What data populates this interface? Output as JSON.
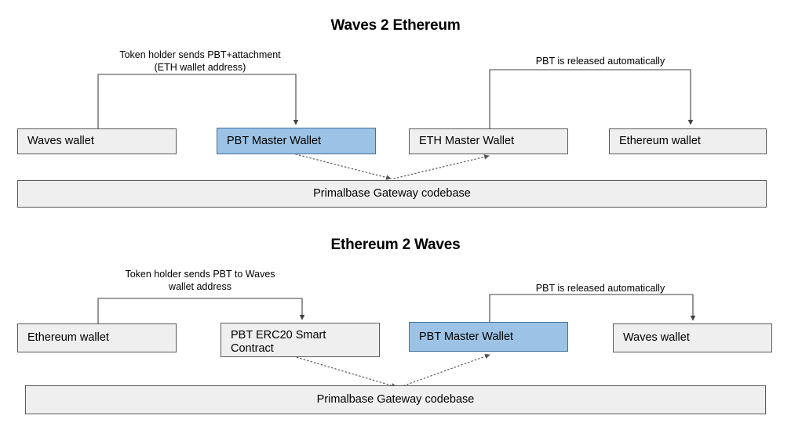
{
  "diagram": {
    "background": "#ffffff",
    "node_fill": "#efefef",
    "node_fill_highlight": "#9cc3e5",
    "node_border": "#5a5a5a",
    "node_border_highlight": "#41719c",
    "wire_color": "#404040"
  },
  "sections": [
    {
      "id": "waves-2-ethereum",
      "title": "Waves 2 Ethereum",
      "labels": [
        {
          "id": "label-left-top",
          "text": "Token holder sends PBT+attachment\n(ETH wallet address)"
        },
        {
          "id": "label-right-top",
          "text": "PBT is released automatically"
        }
      ],
      "nodes": [
        {
          "id": "waves-wallet",
          "text": "Waves wallet",
          "highlight": false
        },
        {
          "id": "pbt-master-wallet",
          "text": "PBT Master Wallet",
          "highlight": true
        },
        {
          "id": "eth-master-wallet",
          "text": "ETH Master Wallet",
          "highlight": false
        },
        {
          "id": "ethereum-wallet",
          "text": "Ethereum wallet",
          "highlight": false
        }
      ],
      "codebase": {
        "id": "gateway-codebase-top",
        "text": "Primalbase Gateway codebase"
      }
    },
    {
      "id": "ethereum-2-waves",
      "title": "Ethereum 2 Waves",
      "labels": [
        {
          "id": "label-left-bottom",
          "text": "Token holder sends PBT to Waves\nwallet address"
        },
        {
          "id": "label-right-bottom",
          "text": "PBT is released automatically"
        }
      ],
      "nodes": [
        {
          "id": "ethereum-wallet",
          "text": "Ethereum wallet",
          "highlight": false
        },
        {
          "id": "pbt-erc20-smart-contract",
          "text": "PBT ERC20 Smart\nContract",
          "highlight": false
        },
        {
          "id": "pbt-master-wallet",
          "text": "PBT Master Wallet",
          "highlight": true
        },
        {
          "id": "waves-wallet",
          "text": "Waves wallet",
          "highlight": false
        }
      ],
      "codebase": {
        "id": "gateway-codebase-bottom",
        "text": "Primalbase Gateway codebase"
      }
    }
  ]
}
